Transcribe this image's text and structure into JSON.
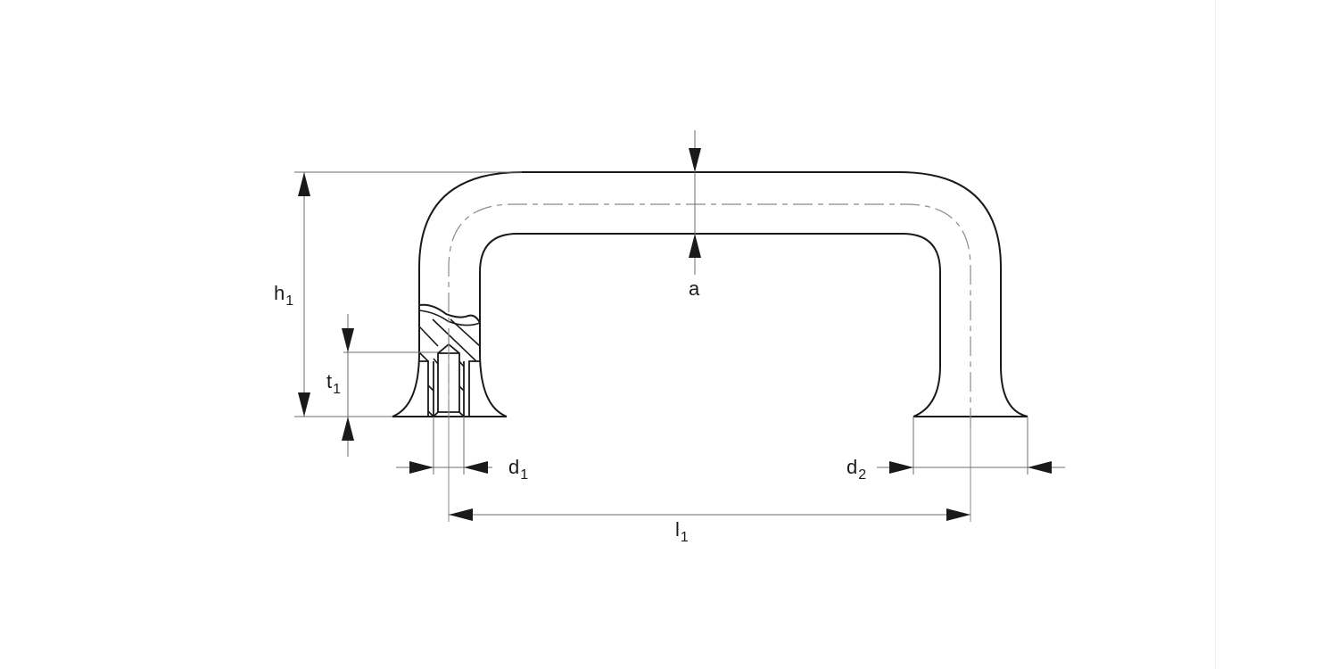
{
  "drawing": {
    "title": "Bow handle technical drawing",
    "colors": {
      "outline": "#1a1a1a",
      "dimension": "#6e6e6e",
      "centerline": "#8a8a8a",
      "background": "#ffffff"
    },
    "labels": {
      "h1": {
        "main": "h",
        "sub": "1"
      },
      "t1": {
        "main": "t",
        "sub": "1"
      },
      "a": {
        "main": "a",
        "sub": ""
      },
      "d1": {
        "main": "d",
        "sub": "1"
      },
      "d2": {
        "main": "d",
        "sub": "2"
      },
      "l1": {
        "main": "l",
        "sub": "1"
      }
    }
  }
}
